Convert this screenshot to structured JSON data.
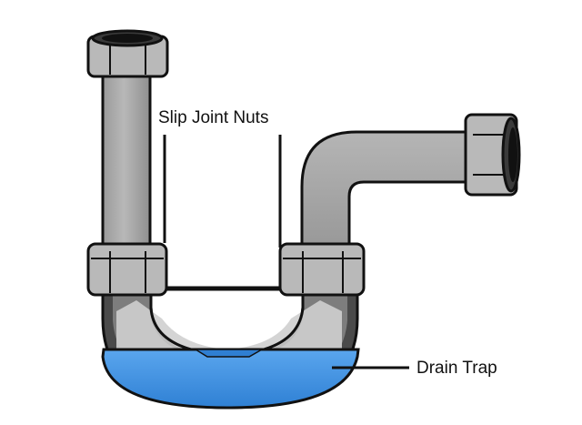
{
  "labels": {
    "slip_joint_nuts": "Slip Joint Nuts",
    "drain_trap": "Drain Trap"
  },
  "colors": {
    "pipe_fill": "#a5a5a5",
    "pipe_highlight": "#bdbdbd",
    "nut_fill": "#b9b9b9",
    "pipe_interior_dark": "#4a4a4a",
    "pipe_interior_mid": "#7d7d7d",
    "water": "#3b8fe0",
    "water_light": "#6fb2f0",
    "outline": "#111111"
  },
  "icons": {
    "diagram": "p-trap-illustration"
  }
}
